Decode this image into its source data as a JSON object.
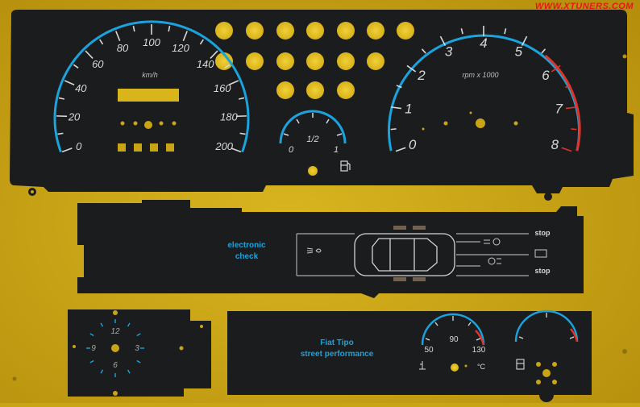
{
  "watermark": "WWW.XTUNERS.COM",
  "colors": {
    "background": "#c9a515",
    "panel": "#1b1c1e",
    "accent_blue": "#1aa3dc",
    "accent_red": "#e0342a",
    "marking": "#d8d8d8"
  },
  "speedometer": {
    "unit": "km/h",
    "labels": [
      "0",
      "20",
      "40",
      "60",
      "80",
      "100",
      "120",
      "140",
      "160",
      "180",
      "200"
    ]
  },
  "tachometer": {
    "unit": "rpm x 1000",
    "labels": [
      "0",
      "1",
      "2",
      "3",
      "4",
      "5",
      "6",
      "7",
      "8"
    ]
  },
  "fuel_gauge": {
    "labels": [
      "0",
      "1/2",
      "1"
    ],
    "icon": "fuel-pump-icon"
  },
  "check_panel": {
    "title_line1": "electronic",
    "title_line2": "check",
    "stop_top": "stop",
    "stop_bottom": "stop",
    "icons": [
      "headlight-icon",
      "car-topview-icon",
      "fog-light-icon",
      "battery-icon"
    ]
  },
  "clock": {
    "labels": [
      "12",
      "3",
      "6",
      "9"
    ]
  },
  "temp_panel": {
    "brand_line1": "Fiat Tipo",
    "brand_line2": "street performance",
    "temp_labels": [
      "50",
      "90",
      "130"
    ],
    "unit": "°C",
    "icons": [
      "coolant-temp-icon",
      "fuel-pump-icon"
    ]
  }
}
